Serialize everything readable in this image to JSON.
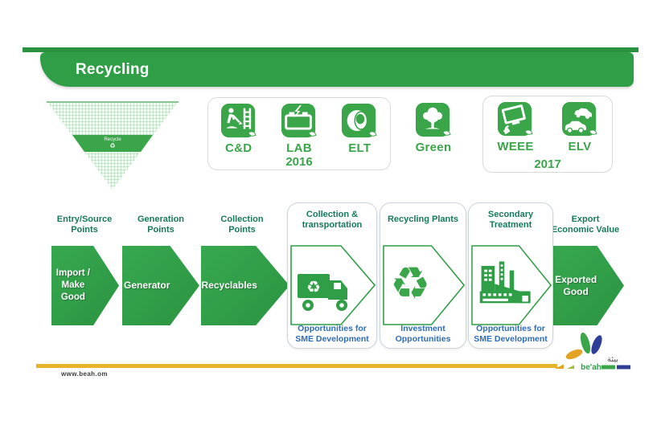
{
  "slide": {
    "title": "Recycling",
    "footer_url": "www.beah.om",
    "logo_text": "be'ah",
    "logo_text_ar": "بيئة"
  },
  "colors": {
    "brand_green": "#2f9e47",
    "icon_green": "#3aa549",
    "teal_label": "#17795a",
    "blue_note": "#2e6cb5",
    "accent_yellow": "#e6b32b",
    "logo_blue": "#2d3f96",
    "logo_orange": "#e3a325"
  },
  "funnel": {
    "band_label": "Recycle",
    "band_icon": "recycle-icon"
  },
  "waste_streams": {
    "group_2016": {
      "year": "2016",
      "items": [
        {
          "label": "C&D",
          "icon": "construction-worker-icon"
        },
        {
          "label": "LAB",
          "icon": "battery-icon"
        },
        {
          "label": "ELT",
          "icon": "tire-icon"
        }
      ]
    },
    "green": {
      "label": "Green",
      "icon": "tree-icon"
    },
    "group_2017": {
      "year": "2017",
      "items": [
        {
          "label": "WEEE",
          "icon": "monitor-icon"
        },
        {
          "label": "ELV",
          "icon": "car-icon"
        }
      ]
    }
  },
  "flow": {
    "solid_stages": [
      {
        "heading": "Entry/Source\nPoints",
        "arrow_label": "Import /\nMake\nGood"
      },
      {
        "heading": "Generation\nPoints",
        "arrow_label": "Generator"
      },
      {
        "heading": "Collection\nPoints",
        "arrow_label": "Recyclables"
      }
    ],
    "process_stages": [
      {
        "heading": "Collection &\ntransportation",
        "icon": "recycling-truck-icon",
        "note": "Opportunities for\nSME Development"
      },
      {
        "heading": "Recycling Plants",
        "icon": "recycle-arrows-icon",
        "note": "Investment\nOpportunities"
      },
      {
        "heading": "Secondary\nTreatment",
        "icon": "factory-icon",
        "note": "Opportunities for\nSME Development"
      }
    ],
    "export_stage": {
      "heading": "Export\nEconomic Value",
      "arrow_label": "Exported\nGood"
    },
    "recycle_glyph": "♻"
  }
}
